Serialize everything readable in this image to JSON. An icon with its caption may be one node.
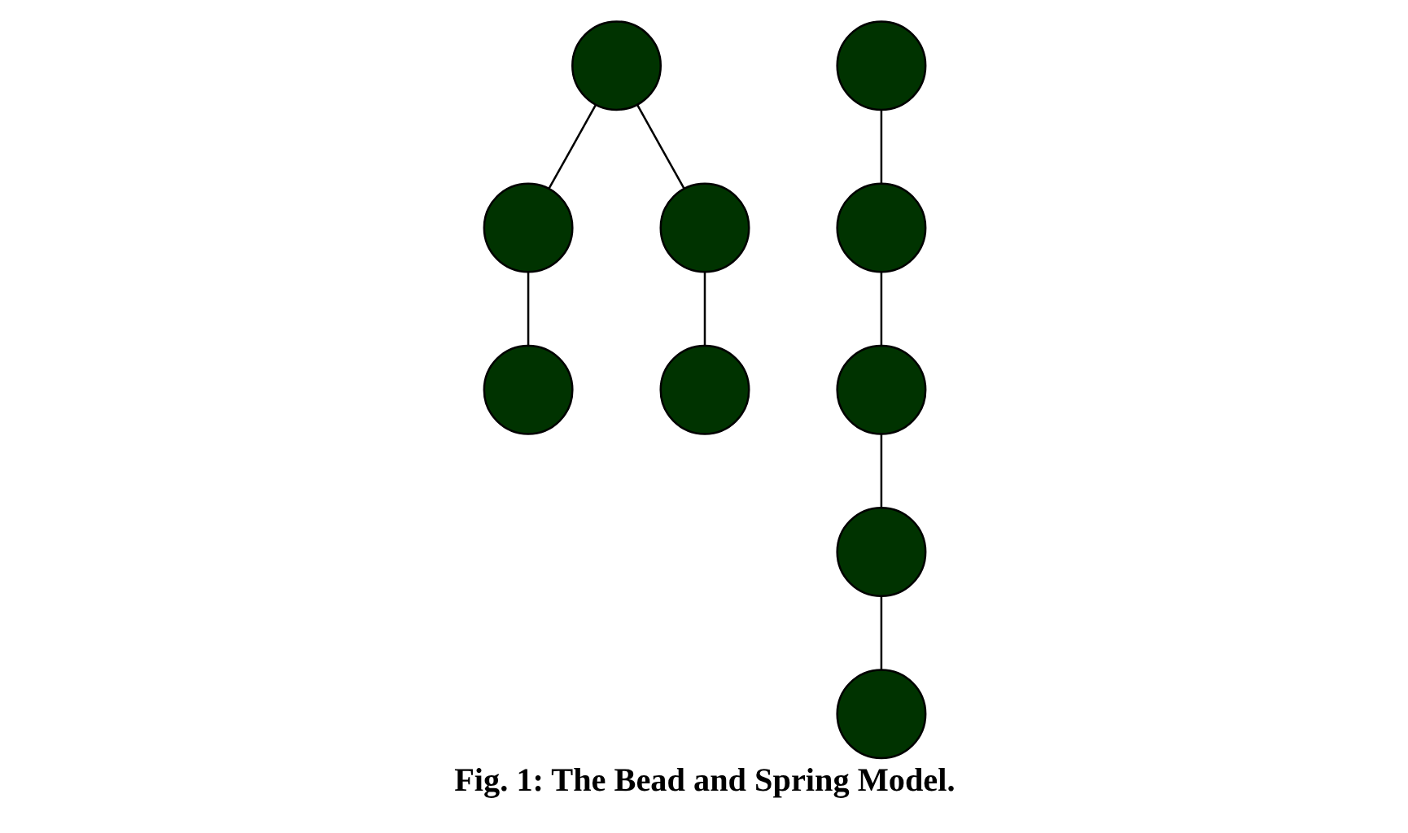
{
  "diagram": {
    "caption": "Fig. 1: The Bead and Spring Model.",
    "nodes": [
      {
        "text": [],
        "shape": "circle"
      },
      {
        "text": [],
        "shape": "circle"
      },
      {
        "text": [],
        "shape": "circle"
      },
      {
        "text": [],
        "shape": "circle"
      },
      {
        "text": [],
        "shape": "circle"
      },
      {
        "text": [],
        "shape": "circle"
      },
      {
        "text": [],
        "shape": "circle"
      },
      {
        "text": [],
        "shape": "circle"
      },
      {
        "text": [],
        "shape": "circle"
      },
      {
        "text": [],
        "shape": "circle"
      }
    ],
    "edges": [
      {
        "from": 0,
        "to": 1,
        "arrow": "none"
      },
      {
        "from": 1,
        "to": 2,
        "arrow": "none"
      },
      {
        "from": 0,
        "to": 3,
        "arrow": "none"
      },
      {
        "from": 3,
        "to": 4,
        "arrow": "none"
      },
      {
        "from": 5,
        "to": 6,
        "arrow": "none"
      },
      {
        "from": 6,
        "to": 7,
        "arrow": "none"
      },
      {
        "from": 7,
        "to": 8,
        "arrow": "none"
      },
      {
        "from": 8,
        "to": 9,
        "arrow": "none"
      }
    ]
  }
}
